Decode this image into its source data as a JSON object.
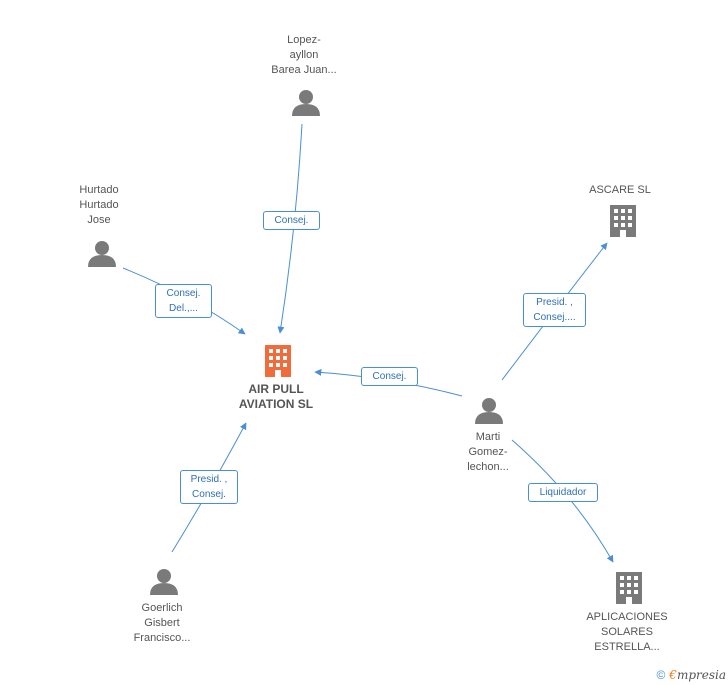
{
  "nodes": {
    "center": {
      "lines": [
        "AIR PULL",
        "AVIATION SL"
      ],
      "color": "#f26b3a"
    },
    "lopez": {
      "lines": [
        "Lopez-",
        "ayllon",
        "Barea Juan..."
      ]
    },
    "hurtado": {
      "lines": [
        "Hurtado",
        "Hurtado",
        "Jose"
      ]
    },
    "goerlich": {
      "lines": [
        "Goerlich",
        "Gisbert",
        "Francisco..."
      ]
    },
    "marti": {
      "lines": [
        "Marti",
        "Gomez-",
        "lechon..."
      ]
    },
    "ascare": {
      "lines": [
        "ASCARE SL"
      ]
    },
    "aplicaciones": {
      "lines": [
        "APLICACIONES",
        "SOLARES",
        "ESTRELLA..."
      ]
    }
  },
  "edges": {
    "lopez_center": {
      "lines": [
        "Consej."
      ]
    },
    "hurtado_center": {
      "lines": [
        "Consej.",
        "Del.,..."
      ]
    },
    "goerlich_center": {
      "lines": [
        "Presid. ,",
        "Consej."
      ]
    },
    "marti_center": {
      "lines": [
        "Consej."
      ]
    },
    "marti_ascare": {
      "lines": [
        "Presid. ,",
        "Consej...."
      ]
    },
    "marti_aplicaciones": {
      "lines": [
        "Liquidador"
      ]
    }
  },
  "footer": {
    "copyright": "©",
    "brand_e": "€",
    "brand_rest": "mpresia"
  },
  "colors": {
    "edge": "#4a8fd6",
    "person": "#7a7a7a",
    "company": "#7a7a7a",
    "center": "#f26b3a"
  }
}
